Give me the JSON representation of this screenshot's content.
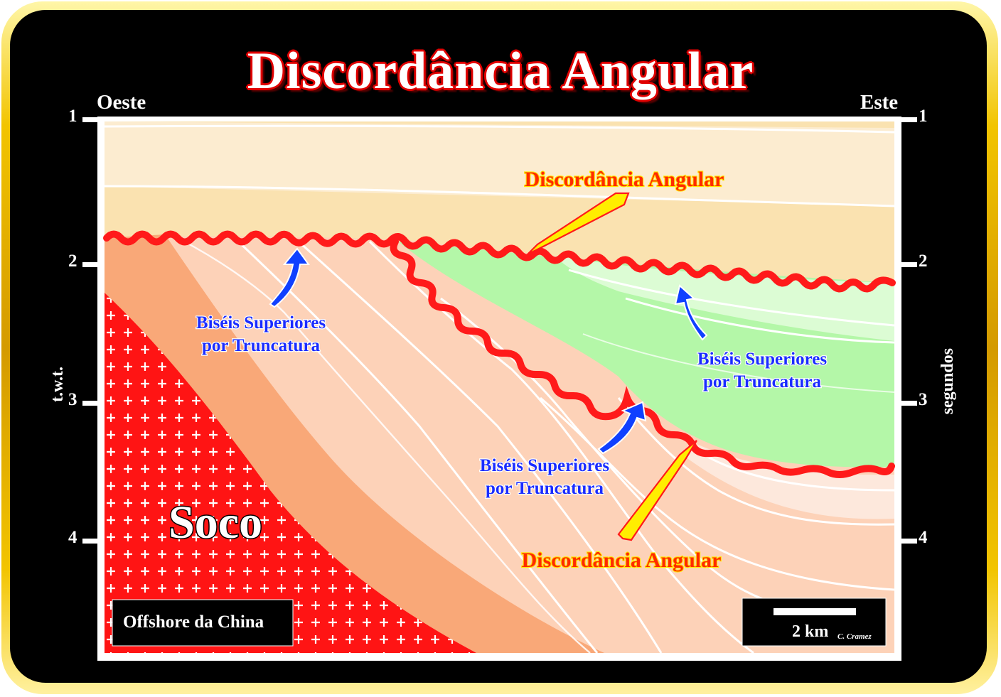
{
  "title": "Discordância Angular",
  "orientation": {
    "left": "Oeste",
    "right": "Este"
  },
  "axes": {
    "left_label": "t.w.t.",
    "right_label": "segundos",
    "ticks": [
      "1",
      "2",
      "3",
      "4"
    ]
  },
  "labels": {
    "unconformity_upper": "Discordância Angular",
    "unconformity_lower": "Discordância Angular",
    "truncation_1_line1": "Biséis Superiores",
    "truncation_1_line2": "por Truncatura",
    "truncation_2_line1": "Biséis Superiores",
    "truncation_2_line2": "por Truncatura",
    "truncation_3_line1": "Biséis Superiores",
    "truncation_3_line2": "por Truncatura",
    "basement": "Soco"
  },
  "location_box": "Offshore da China",
  "scale": {
    "label": "2 km"
  },
  "credit": "C. Cramez",
  "colors": {
    "frame_gold": "#f2c400",
    "background": "#000000",
    "unconformity": "#ff1a1a",
    "basement": "#ff1414",
    "upper_sequence": "#fae2b0",
    "green_sequence": "#b4f7a8",
    "orange_dark": "#f9a878",
    "orange_light": "#fdd2b8",
    "arrow_blue": "#1040ff",
    "arrow_yellow": "#ffee00"
  }
}
